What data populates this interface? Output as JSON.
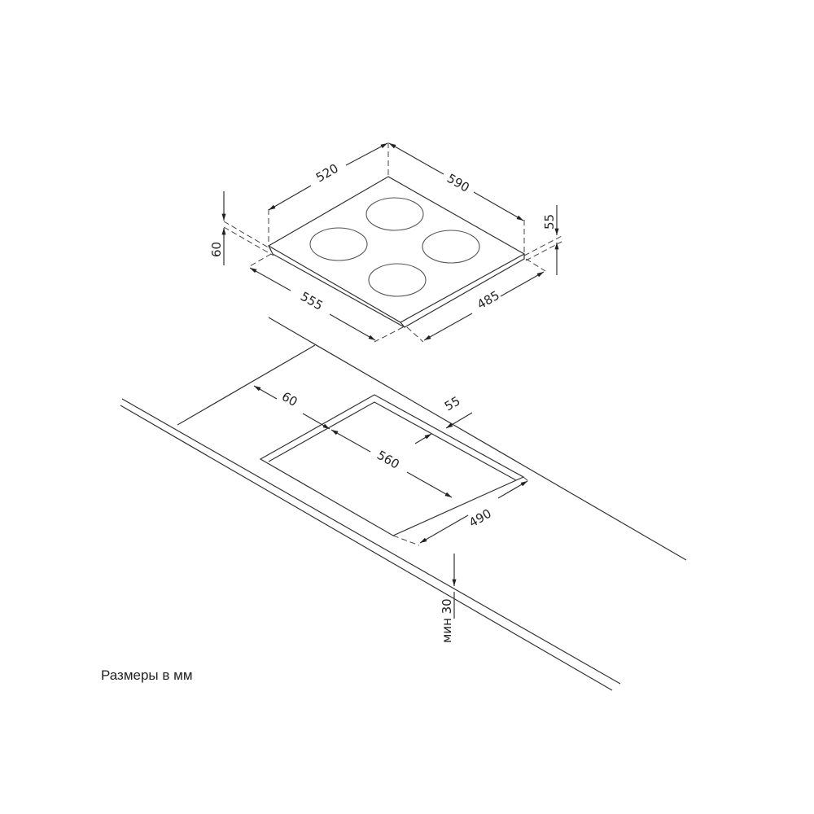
{
  "hob": {
    "dims": {
      "depth_top": "520",
      "width_top": "590",
      "height_left": "60",
      "height_right": "55",
      "width_bottom": "555",
      "depth_bottom": "485"
    }
  },
  "cutout": {
    "dims": {
      "offset_front": "60",
      "offset_back": "55",
      "width": "560",
      "depth": "490",
      "min_thickness": "мин 30"
    }
  },
  "note": "Размеры в мм"
}
